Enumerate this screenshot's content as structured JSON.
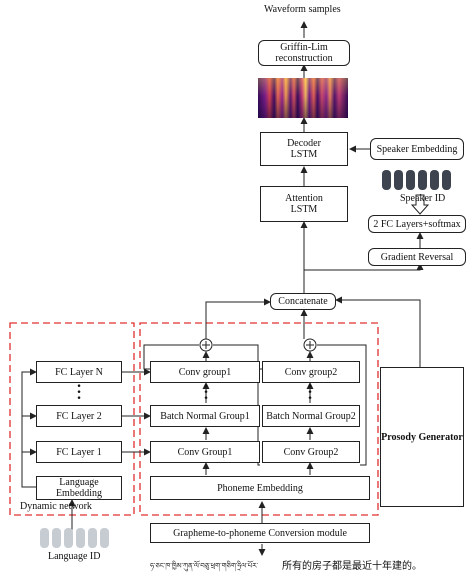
{
  "title": "Waveform samples",
  "griffin_lim": "Griffin-Lim\nreconstruction",
  "decoder": "Decoder\nLSTM",
  "speaker_embedding": "Speaker Embedding",
  "speaker_id": "Speaker ID",
  "attention": "Attention\nLSTM",
  "fc_softmax": "2 FC Layers+softmax",
  "gradient_reversal": "Gradient Reversal",
  "concatenate": "Concatenate",
  "fc_layer_n": "FC Layer N",
  "fc_layer_2": "FC Layer 2",
  "fc_layer_1": "FC Layer 1",
  "language_embedding": "Language\nEmbedding",
  "conv_group1_top": "Conv group1",
  "batch_normal_group1": "Batch Normal Group1",
  "conv_group1_bottom": "Conv Group1",
  "conv_group2_top": "Conv group2",
  "batch_normal_group2": "Batch Normal Group2",
  "conv_group2_bottom": "Conv Group2",
  "phoneme_embedding": "Phoneme Embedding",
  "prosody_generator": "Prosody Generator",
  "dynamic_network": "Dynamic network",
  "language_id": "Language ID",
  "g2p_module": "Grapheme-to-phoneme Conversion module",
  "tibetan_text": "ཧ་ཅང་ཁ་ཁྱིམ་ཀུན་ལོ་བཅུ་ཕྲག་གཅིག་ཧྲིལ་པོར་",
  "chinese_text": "所有的房子都是最近十年建的。",
  "colors": {
    "dashed_border": "#e03030",
    "line": "#222222",
    "pill": "#3d4450",
    "pill_light": "#c7ccd3"
  },
  "icons": {
    "ellipsis_vertical": "vertical-dots-icon",
    "plus": "plus-circle-icon"
  }
}
